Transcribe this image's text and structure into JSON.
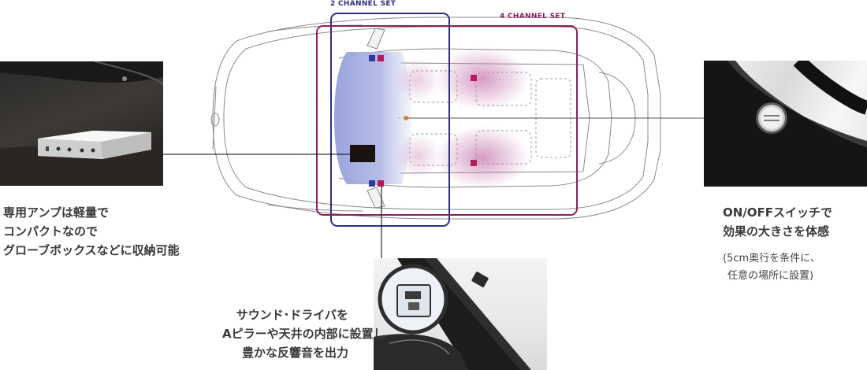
{
  "labels": {
    "two_channel": "2 CHANNEL SET",
    "four_channel": "4 CHANNEL SET"
  },
  "captions": {
    "amp": [
      "専用アンプは軽量で",
      "コンパクトなので",
      "グローブボックスなどに収納可能"
    ],
    "switch": [
      "ON/OFFスイッチで",
      "効果の大きさを体感"
    ],
    "switch_note": [
      "(5cm奥行を条件に、",
      "任意の場所に設置)"
    ],
    "pillar": [
      "サウンド･ドライバを",
      "Aピラーや天井の内部に設置し",
      "豊かな反響音を出力"
    ]
  },
  "colors": {
    "two_channel_frame": "#2c2f82",
    "four_channel_frame": "#8b1f5f",
    "blue_zone": "#9aa6de",
    "pink_zone": "#d8a3c8",
    "blue_speaker": "#2d3b9a",
    "pink_speaker": "#b51c5e",
    "amp_block": "#1b1210"
  }
}
